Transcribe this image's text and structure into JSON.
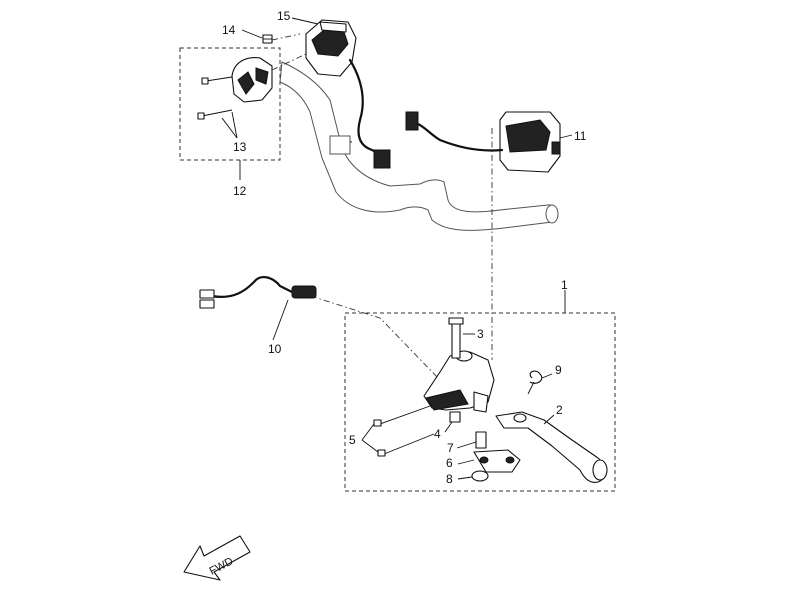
{
  "labels": {
    "p1": "1",
    "p2": "2",
    "p3": "3",
    "p4": "4",
    "p5": "5",
    "p6": "6",
    "p7": "7",
    "p8": "8",
    "p9": "9",
    "p10": "10",
    "p11": "11",
    "p12": "12",
    "p13": "13",
    "p14": "14",
    "p15": "15"
  },
  "fwd": "FWD"
}
